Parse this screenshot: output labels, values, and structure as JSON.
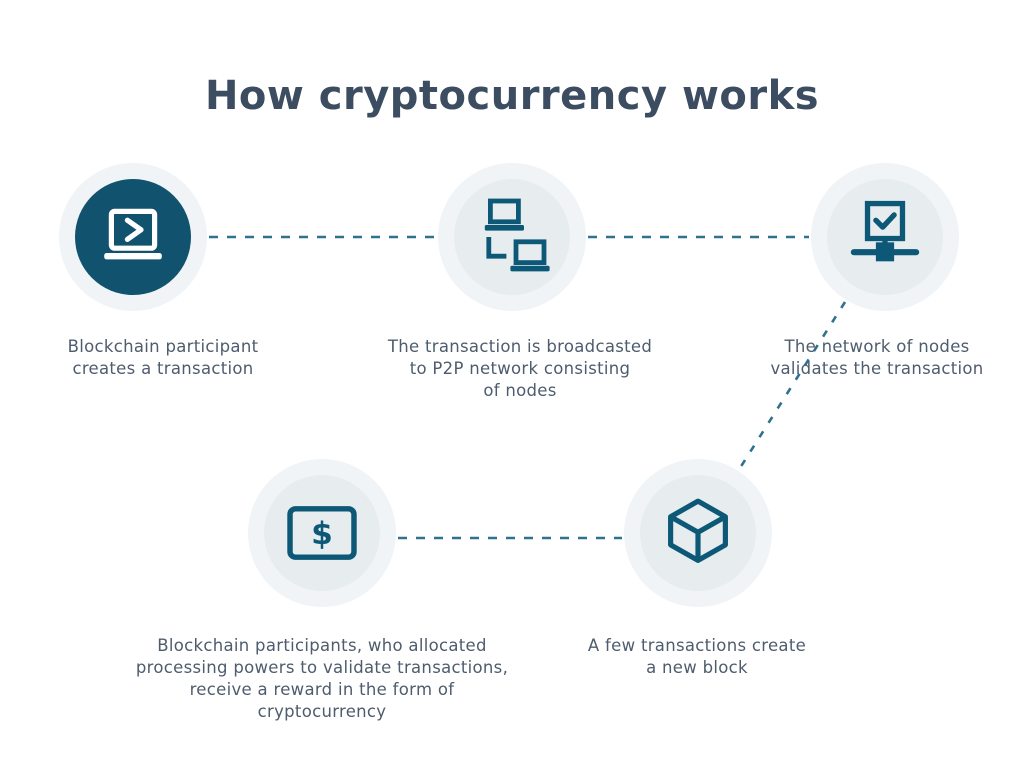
{
  "title": "How cryptocurrency works",
  "colors": {
    "background": "#ffffff",
    "title_text": "#3c4d61",
    "body_text": "#4e5c6e",
    "icon_teal": "#0d5876",
    "dark_node_fill": "#11536e",
    "icon_on_dark": "#ffffff",
    "node_outer_ring": "#f0f4f6",
    "node_inner_fill": "#e7edef",
    "connector_dash": "#2e7290"
  },
  "steps": [
    {
      "icon": "laptop-transaction-icon",
      "variant": "dark",
      "label": "Blockchain participant\ncreates a transaction"
    },
    {
      "icon": "p2p-network-icon",
      "variant": "light",
      "label": "The transaction is broadcasted\nto P2P network consisting\nof nodes"
    },
    {
      "icon": "node-validation-icon",
      "variant": "light",
      "label": "The network of nodes\nvalidates the transaction"
    },
    {
      "icon": "block-cube-icon",
      "variant": "light",
      "label": "A few transactions create\na new block"
    },
    {
      "icon": "crypto-reward-icon",
      "variant": "light",
      "label": "Blockchain participants, who allocated\nprocessing powers to validate transactions,\nreceive a reward in the form of\ncryptocurrency"
    }
  ]
}
